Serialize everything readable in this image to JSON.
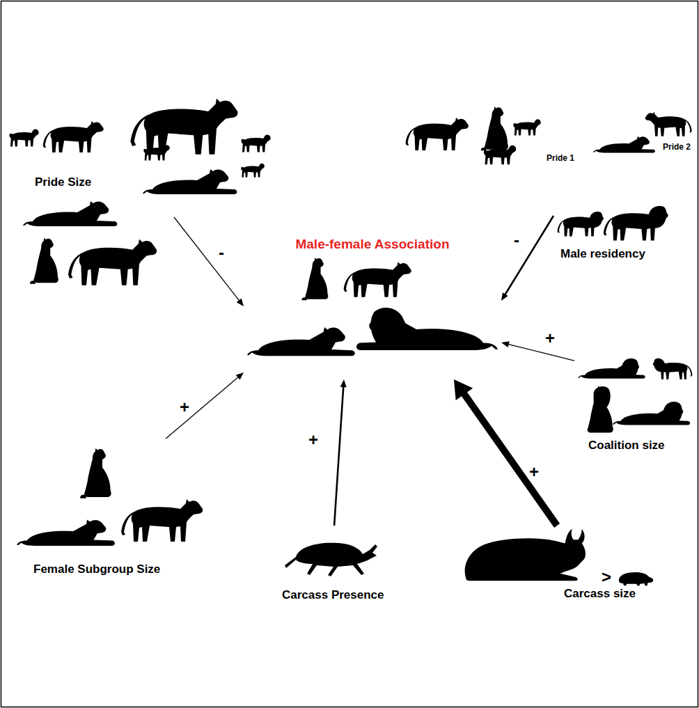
{
  "diagram": {
    "nodes": [
      {
        "text": [
          "Pride Size"
        ]
      },
      {
        "text": [
          "Male-female Association"
        ]
      },
      {
        "text": [
          "Male residency"
        ]
      },
      {
        "text": [
          "Coalition size"
        ]
      },
      {
        "text": [
          "Female Subgroup Size"
        ]
      },
      {
        "text": [
          "Carcass Presence"
        ]
      },
      {
        "text": [
          "Carcass size"
        ]
      }
    ],
    "edges": [
      {
        "from": 0,
        "to": 1,
        "arrow": "to",
        "label": "-"
      },
      {
        "from": 2,
        "to": 1,
        "arrow": "to",
        "label": "-"
      },
      {
        "from": 3,
        "to": 1,
        "arrow": "to",
        "label": "+"
      },
      {
        "from": 4,
        "to": 1,
        "arrow": "to",
        "label": "+"
      },
      {
        "from": 5,
        "to": 1,
        "arrow": "to",
        "label": "+"
      },
      {
        "from": 6,
        "to": 1,
        "arrow": "to",
        "label": "+"
      }
    ],
    "labels": [
      "Pride 1",
      "Pride 2",
      ">"
    ]
  }
}
